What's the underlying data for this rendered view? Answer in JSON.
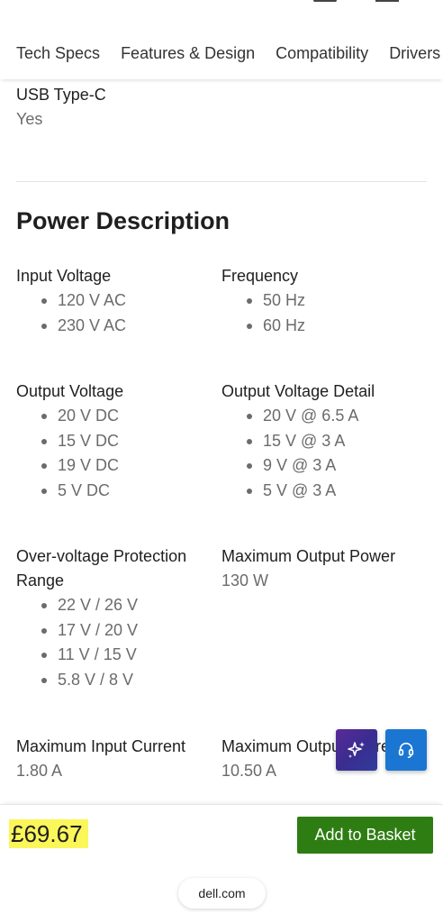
{
  "tabs": [
    "Tech Specs",
    "Features & Design",
    "Compatibility",
    "Drivers"
  ],
  "usb": {
    "label": "USB Type-C",
    "value": "Yes"
  },
  "section_title": "Power Description",
  "specs": {
    "input_voltage": {
      "label": "Input Voltage",
      "items": [
        "120 V AC",
        "230 V AC"
      ]
    },
    "frequency": {
      "label": "Frequency",
      "items": [
        "50 Hz",
        "60 Hz"
      ]
    },
    "output_voltage": {
      "label": "Output Voltage",
      "items": [
        "20 V DC",
        "15 V DC",
        "19 V DC",
        "5 V DC"
      ]
    },
    "output_voltage_detail": {
      "label": "Output Voltage Detail",
      "items": [
        "20 V @ 6.5 A",
        "15 V @ 3 A",
        "9 V @ 3 A",
        "5 V @ 3 A"
      ]
    },
    "overvoltage": {
      "label": "Over-voltage Protection Range",
      "items": [
        "22 V / 26 V",
        "17 V / 20 V",
        "11 V / 15 V",
        "5.8 V / 8 V"
      ]
    },
    "max_output_power": {
      "label": "Maximum Output Power",
      "value": "130 W"
    },
    "max_input_current": {
      "label": "Maximum Input Current",
      "value": "1.80 A"
    },
    "max_output_current": {
      "label": "Maximum Output Current",
      "value": "10.50 A"
    }
  },
  "fabs": {
    "ai": "sparkles-icon",
    "help": "headset-icon"
  },
  "bottom": {
    "price": "£69.67",
    "add_button": "Add to Basket",
    "url": "dell.com"
  },
  "colors": {
    "add_button": "#2e7d12",
    "price_highlight": "#fbf65a",
    "help_fab": "#1a76d2"
  }
}
